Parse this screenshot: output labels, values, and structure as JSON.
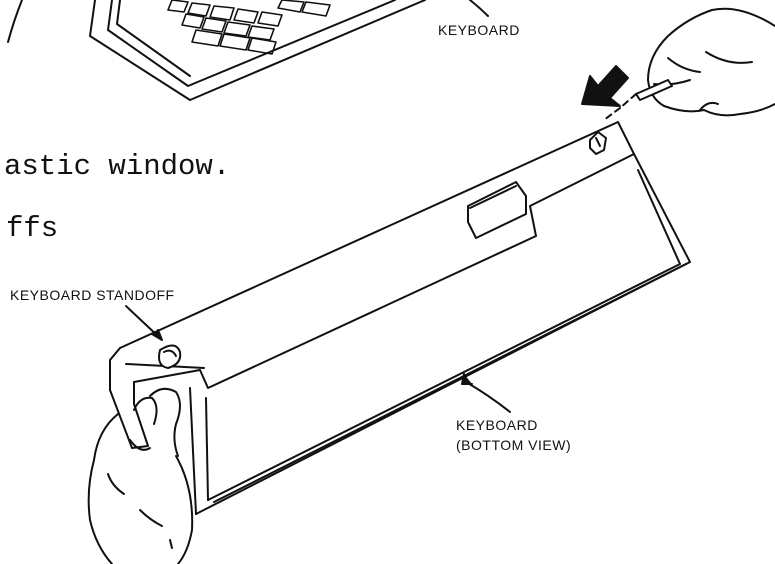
{
  "body_text": {
    "line1": "astic window.",
    "line2": "ffs"
  },
  "callouts": {
    "keyboard_top": "KEYBOARD",
    "standoff": "KEYBOARD STANDOFF",
    "bottom_view_line1": "KEYBOARD",
    "bottom_view_line2": "(BOTTOM VIEW)"
  },
  "colors": {
    "ink": "#111111",
    "paper": "#ffffff"
  }
}
